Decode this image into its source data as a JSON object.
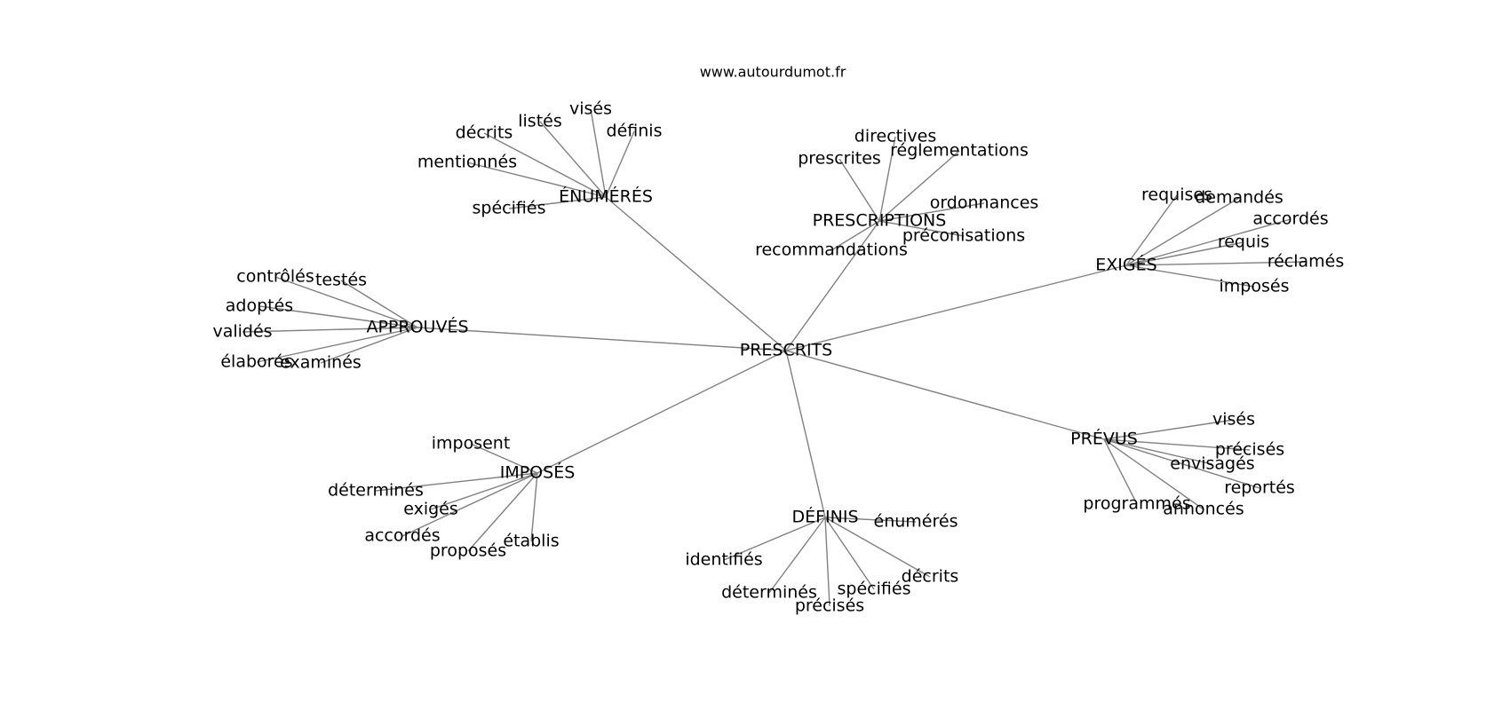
{
  "site": "www.autourdumot.fr",
  "root": "PRESCRITS",
  "clusters": [
    {
      "id": "enumeres",
      "label": "ÉNUMÉRÉS",
      "leaves": [
        "spécifiés",
        "mentionnés",
        "décrits",
        "listés",
        "visés",
        "définis"
      ]
    },
    {
      "id": "prescriptions",
      "label": "PRESCRIPTIONS",
      "leaves": [
        "prescrites",
        "directives",
        "réglementations",
        "ordonnances",
        "préconisations",
        "recommandations"
      ]
    },
    {
      "id": "exiges",
      "label": "EXIGÉS",
      "leaves": [
        "requises",
        "demandés",
        "accordés",
        "requis",
        "réclamés",
        "imposés"
      ]
    },
    {
      "id": "approuves",
      "label": "APPROUVÉS",
      "leaves": [
        "contrôlés",
        "testés",
        "adoptés",
        "validés",
        "élaborés",
        "examinés"
      ]
    },
    {
      "id": "prevus",
      "label": "PRÉVUS",
      "leaves": [
        "visés",
        "précisés",
        "envisagés",
        "reportés",
        "annoncés",
        "programmés"
      ]
    },
    {
      "id": "imposes",
      "label": "IMPOSÉS",
      "leaves": [
        "imposent",
        "déterminés",
        "exigés",
        "accordés",
        "proposés",
        "établis"
      ]
    },
    {
      "id": "definis",
      "label": "DÉFINIS",
      "leaves": [
        "énumérés",
        "décrits",
        "spécifiés",
        "précisés",
        "déterminés",
        "identifiés"
      ]
    }
  ]
}
